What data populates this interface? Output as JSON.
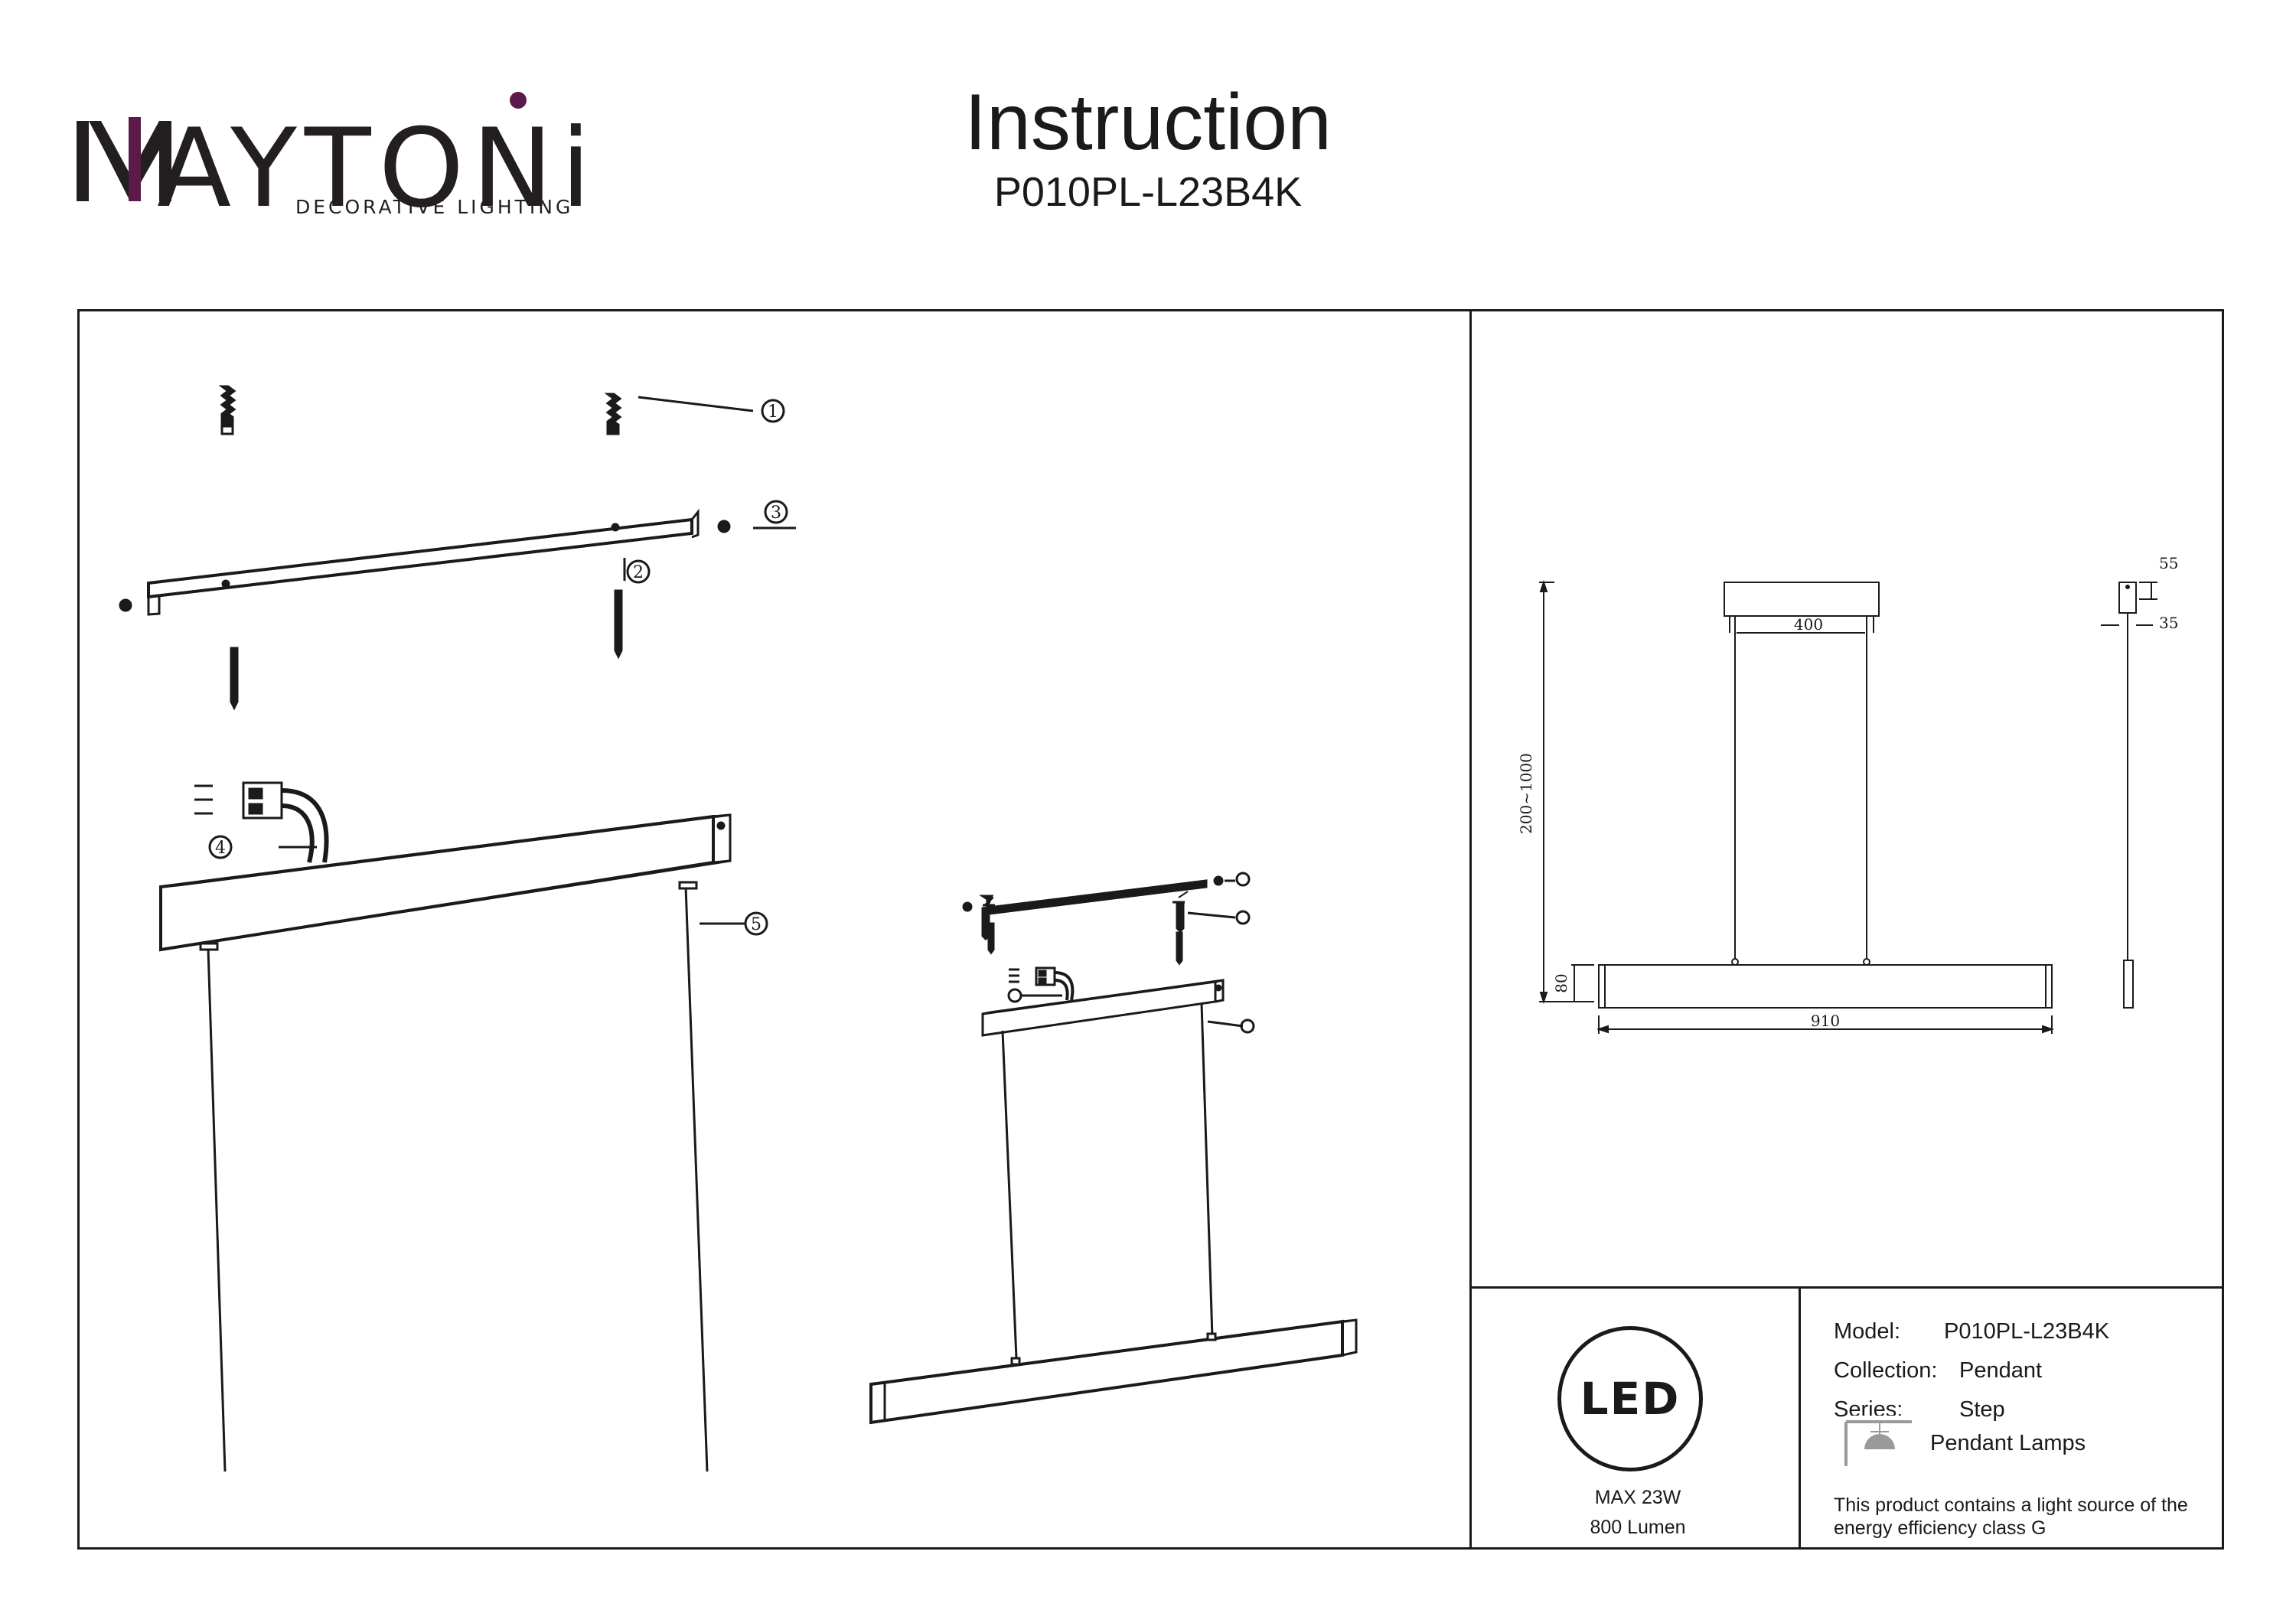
{
  "brand": {
    "name_left": "M",
    "name_rest": "AYTON",
    "name_end": "i",
    "tagline": "DECORATIVE LIGHTING",
    "accent_color": "#5b1a4a"
  },
  "header": {
    "title": "Instruction",
    "model_code": "P010PL-L23B4K"
  },
  "assembly": {
    "callouts": [
      "1",
      "2",
      "3",
      "4",
      "5"
    ]
  },
  "dimensions": {
    "bar_length": "910",
    "canopy_length": "400",
    "height_range": "200~1000",
    "bar_height": "80",
    "canopy_height": "55",
    "canopy_width": "35"
  },
  "led_badge": {
    "label": "LED",
    "max_power": "MAX 23W",
    "lumen": "800 Lumen"
  },
  "info": {
    "model_label": "Model:",
    "model_value": "P010PL-L23B4K",
    "collection_label": "Collection:",
    "collection_value": "Pendant",
    "series_label": "Series:",
    "series_value": "Step",
    "type_label": "Pendant Lamps",
    "energy_note": "This product contains a light source of the energy efficiency class G"
  }
}
